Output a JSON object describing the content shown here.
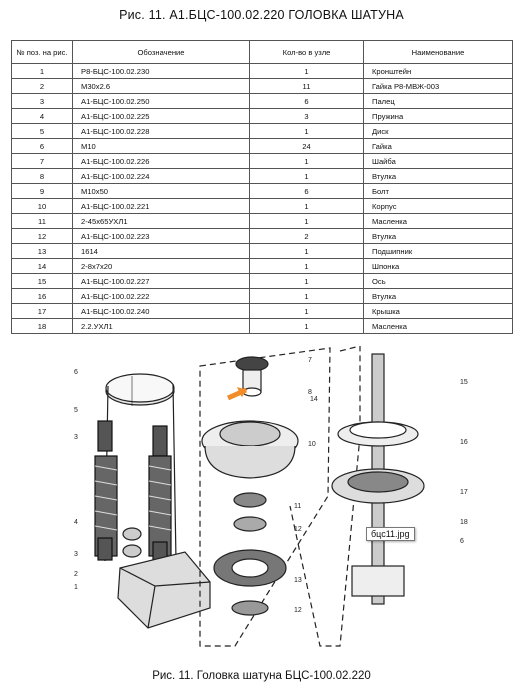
{
  "title": "Рис. 11.   А1.БЦС-100.02.220   ГОЛОВКА ШАТУНА",
  "table": {
    "headers": [
      "№ поз. на рис.",
      "Обозначение",
      "Кол-во в узле",
      "Наименование"
    ],
    "rows": [
      [
        "1",
        "Р8-БЦС-100.02.230",
        "1",
        "Кронштейн"
      ],
      [
        "2",
        "М30х2.6",
        "11",
        "Гайка Р8-МВЖ-003"
      ],
      [
        "3",
        "А1-БЦС-100.02.250",
        "6",
        "Палец"
      ],
      [
        "4",
        "А1-БЦС-100.02.225",
        "3",
        "Пружина"
      ],
      [
        "5",
        "А1-БЦС-100.02.228",
        "1",
        "Диск"
      ],
      [
        "6",
        "М10",
        "24",
        "Гайка"
      ],
      [
        "7",
        "А1-БЦС-100.02.226",
        "1",
        "Шайба"
      ],
      [
        "8",
        "А1-БЦС-100.02.224",
        "1",
        "Втулка"
      ],
      [
        "9",
        "М10х50",
        "6",
        "Болт"
      ],
      [
        "10",
        "А1-БЦС-100.02.221",
        "1",
        "Корпус"
      ],
      [
        "11",
        "2-45х65УХЛ1",
        "1",
        "Масленка"
      ],
      [
        "12",
        "А1-БЦС-100.02.223",
        "2",
        "Втулка"
      ],
      [
        "13",
        "1614",
        "1",
        "Подшипник"
      ],
      [
        "14",
        "2-8х7х20",
        "1",
        "Шпонка"
      ],
      [
        "15",
        "А1-БЦС-100.02.227",
        "1",
        "Ось"
      ],
      [
        "16",
        "А1-БЦС-100.02.222",
        "1",
        "Втулка"
      ],
      [
        "17",
        "А1-БЦС-100.02.240",
        "1",
        "Крышка"
      ],
      [
        "18",
        "2.2.УХЛ1",
        "1",
        "Масленка"
      ]
    ]
  },
  "drawing": {
    "callouts": [
      "6",
      "5",
      "3",
      "4",
      "3",
      "2",
      "1",
      "7",
      "8",
      "14",
      "10",
      "11",
      "12",
      "13",
      "12",
      "15",
      "16",
      "17",
      "18",
      "6"
    ],
    "accent_color": "#f28c28"
  },
  "tooltip": "бцс11.jpg",
  "caption": "Рис. 11. Головка шатуна БЦС-100.02.220"
}
